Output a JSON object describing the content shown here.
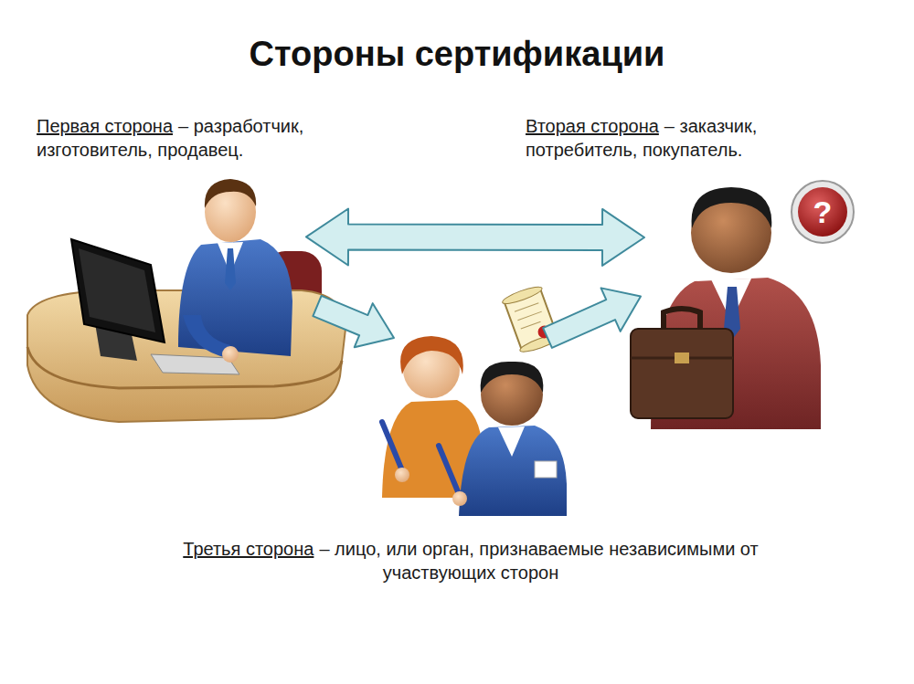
{
  "diagram": {
    "title": "Стороны сертификации",
    "nodes": [
      {
        "text": [
          "Первая сторона",
          "– разработчик, изготовитель, продавец."
        ]
      },
      {
        "text": [
          "Вторая сторона",
          "– заказчик, потребитель, покупатель."
        ]
      },
      {
        "text": [
          "Третья сторона",
          "– лицо, или орган, признаваемые независимыми от участвующих сторон"
        ]
      }
    ],
    "edges": [
      {
        "from": 0,
        "to": 1,
        "arrow": "both"
      },
      {
        "from": 0,
        "to": 2,
        "arrow": "to"
      },
      {
        "from": 2,
        "to": 1,
        "arrow": "to"
      }
    ],
    "labels": [
      "?"
    ]
  }
}
